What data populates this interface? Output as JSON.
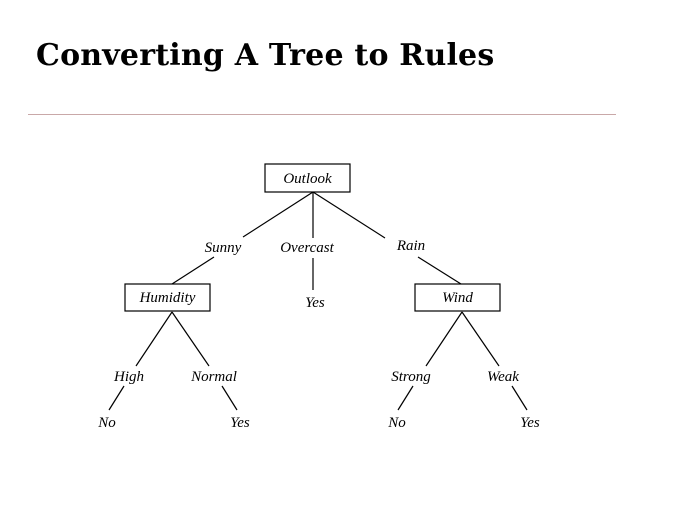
{
  "title": "Converting A Tree to Rules",
  "tree": {
    "root": "Outlook",
    "branches": {
      "sunny": "Sunny",
      "overcast": "Overcast",
      "rain": "Rain",
      "high": "High",
      "normal": "Normal",
      "strong": "Strong",
      "weak": "Weak"
    },
    "nodes": {
      "humidity": "Humidity",
      "wind": "Wind"
    },
    "leaves": {
      "overcast_yes": "Yes",
      "high_no": "No",
      "normal_yes": "Yes",
      "strong_no": "No",
      "weak_yes": "Yes"
    }
  }
}
